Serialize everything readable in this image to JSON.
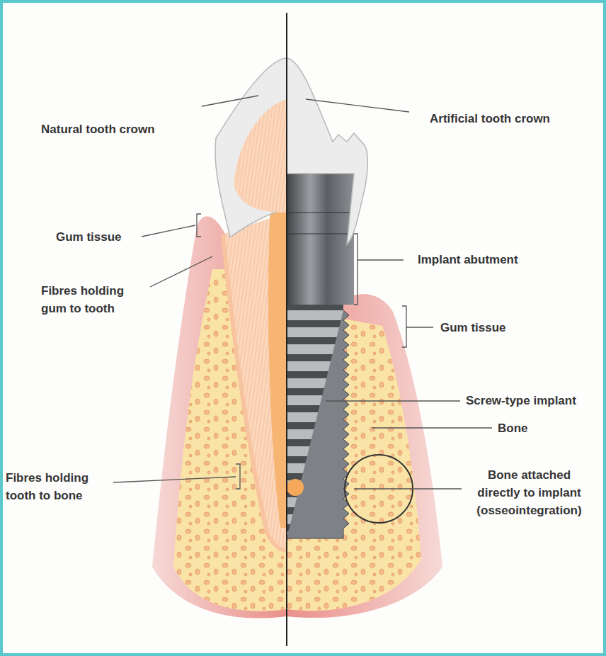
{
  "diagram": {
    "labels": [
      "Natural tooth crown",
      "Artificial tooth crown",
      "Gum tissue",
      "Implant abutment",
      "Fibres holding gum to tooth",
      "Gum tissue",
      "Screw-type implant",
      "Bone",
      "Bone attached directly to implant (osseointegration)",
      "Fibres holding tooth to bone"
    ]
  }
}
